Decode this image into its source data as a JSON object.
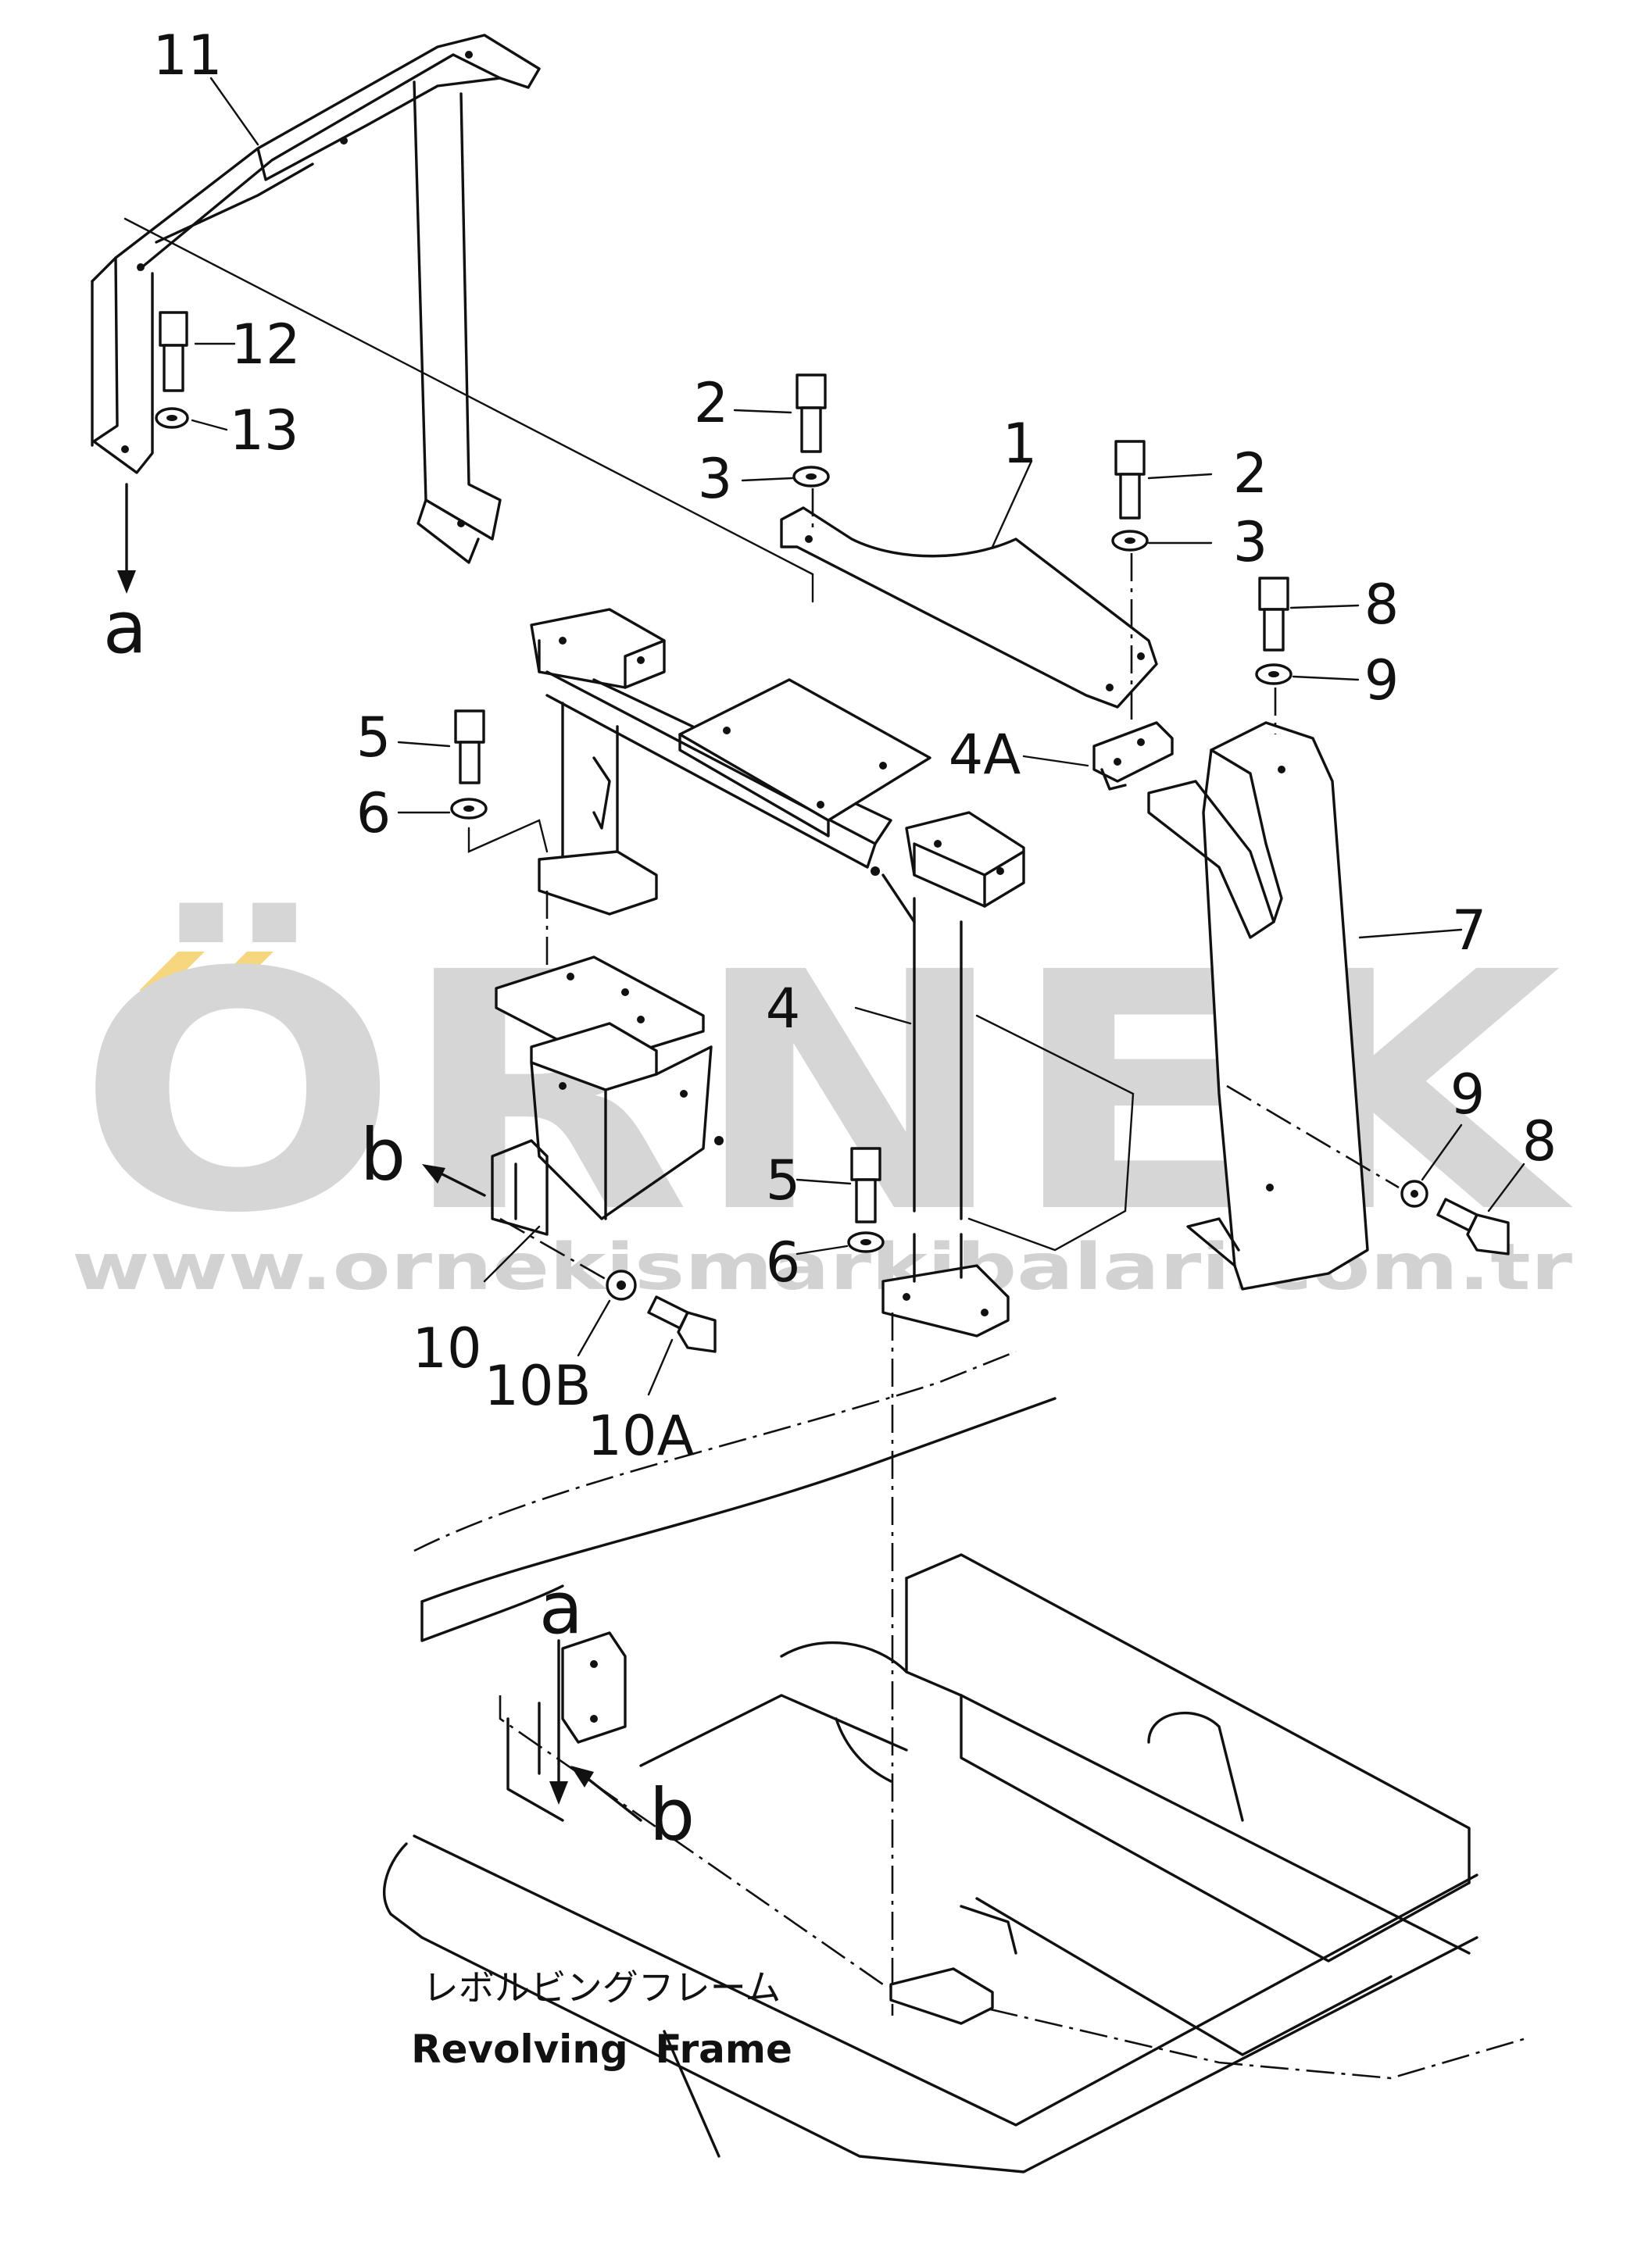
{
  "watermark": {
    "brand": "ÖRNEK",
    "url": "www.ornekismarkibalari.com.tr",
    "accent_color": "#f6d780"
  },
  "diagram": {
    "part_labels": {
      "p1": "1",
      "p2a": "2",
      "p2b": "2",
      "p3a": "3",
      "p3b": "3",
      "p4": "4",
      "p4a": "4A",
      "p5a": "5",
      "p5b": "5",
      "p6a": "6",
      "p6b": "6",
      "p7": "7",
      "p8a": "8",
      "p8b": "8",
      "p9a": "9",
      "p9b": "9",
      "p10": "10",
      "p10a": "10A",
      "p10b": "10B",
      "p11": "11",
      "p12": "12",
      "p13": "13"
    },
    "reference_markers": {
      "a_top": "a",
      "b_top": "b",
      "a_bottom": "a",
      "b_bottom": "b"
    },
    "caption": {
      "japanese": "レボルビングフレーム",
      "english": "Revolving  Frame"
    }
  }
}
